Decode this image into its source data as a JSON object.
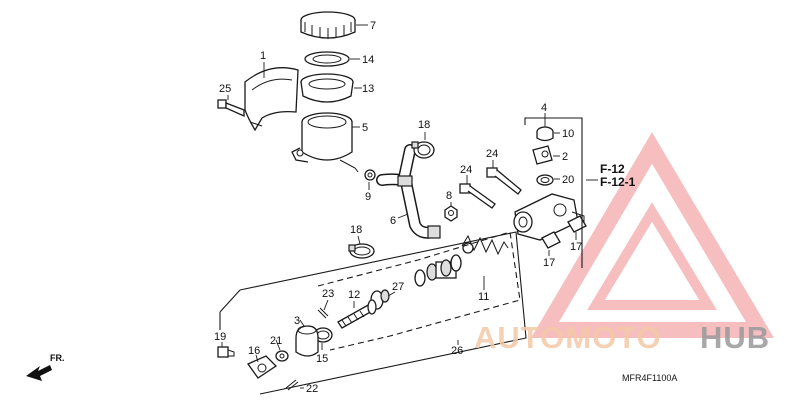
{
  "callouts": {
    "c1": "1",
    "c2": "2",
    "c3": "3",
    "c4": "4",
    "c5": "5",
    "c6": "6",
    "c7": "7",
    "c8": "8",
    "c9": "9",
    "c10": "10",
    "c11": "11",
    "c12": "12",
    "c13": "13",
    "c14": "14",
    "c15": "15",
    "c16": "16",
    "c17a": "17",
    "c17b": "17",
    "c18a": "18",
    "c18b": "18",
    "c19": "19",
    "c20": "20",
    "c21": "21",
    "c22": "22",
    "c23": "23",
    "c24a": "24",
    "c24b": "24",
    "c25": "25",
    "c26": "26",
    "c27": "27"
  },
  "references": {
    "ref1": "F-12",
    "ref2": "F-12-1"
  },
  "direction_label": "FR.",
  "diagram_code": "MFR4F1100A",
  "watermark": {
    "part1": "AUTOMOTO",
    "part2": "HUB",
    "color_accent": "#f08a8a",
    "color_text": "#f4c9a8",
    "color_gray": "#9a9a9a"
  }
}
